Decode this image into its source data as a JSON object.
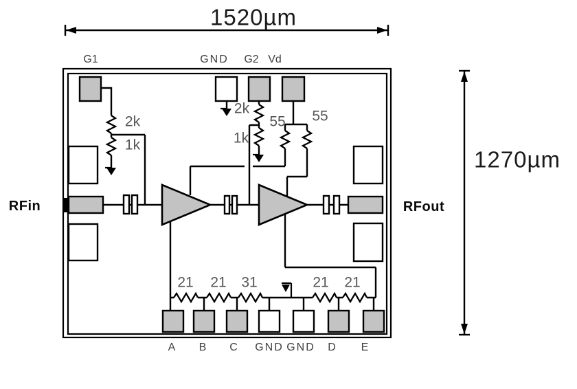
{
  "dimension_labels": {
    "width": "1520µm",
    "height": "1270µm"
  },
  "ports": {
    "input": "RFin",
    "output": "RFout"
  },
  "top_pads": {
    "g1": "G1",
    "gnd": "GND",
    "g2": "G2",
    "vd": "Vd"
  },
  "resistor_values": {
    "g1_upper": "2k",
    "g1_lower": "1k",
    "g2_upper": "2k",
    "g2_lower": "1k",
    "vd_left": "55",
    "vd_right": "55",
    "ladder_1": "21",
    "ladder_2": "21",
    "ladder_3": "31",
    "ladder_4": "21",
    "ladder_5": "21"
  },
  "bottom_pads": {
    "a": "A",
    "b": "B",
    "c": "C",
    "gnd_left": "GND",
    "gnd_right": "GND",
    "d": "D",
    "e": "E"
  },
  "colors": {
    "pad_fill": "#c3c3c3",
    "line": "#000000",
    "pad_label": "#404040",
    "value_label": "#555555"
  }
}
